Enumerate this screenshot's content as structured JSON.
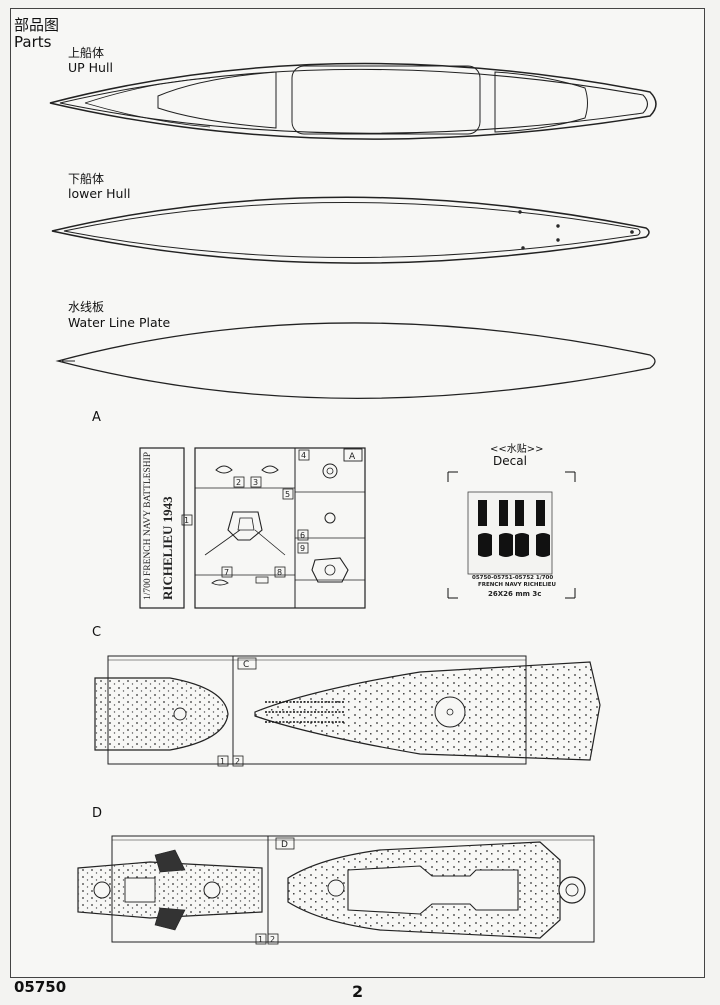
{
  "parts_title": {
    "cn": "部品图",
    "en": "Parts"
  },
  "up_hull": {
    "cn": "上船体",
    "en": "UP Hull"
  },
  "lower_hull": {
    "cn": "下船体",
    "en": "lower Hull"
  },
  "water_line": {
    "cn": "水线板",
    "en": "Water Line Plate"
  },
  "sprue_a": {
    "label": "A",
    "card_line1": "1/700 FRENCH NAVY BATTLESHIP",
    "card_line2": "RICHELIEU 1943",
    "part_numbers": [
      "1",
      "2",
      "3",
      "4",
      "5",
      "6",
      "7",
      "8",
      "9"
    ]
  },
  "decal": {
    "header": "<<水贴>>",
    "title": "Decal",
    "caption1": "05750-05751-05752 1/700",
    "caption2": "FRENCH NAVY RICHELIEU",
    "size": "26X26 mm 3c"
  },
  "sprue_c": {
    "label": "C",
    "tag": "C",
    "nums": [
      "1",
      "2"
    ]
  },
  "sprue_d": {
    "label": "D",
    "tag": "D",
    "nums": [
      "1",
      "2"
    ]
  },
  "footer": {
    "code": "05750",
    "page": "2"
  }
}
